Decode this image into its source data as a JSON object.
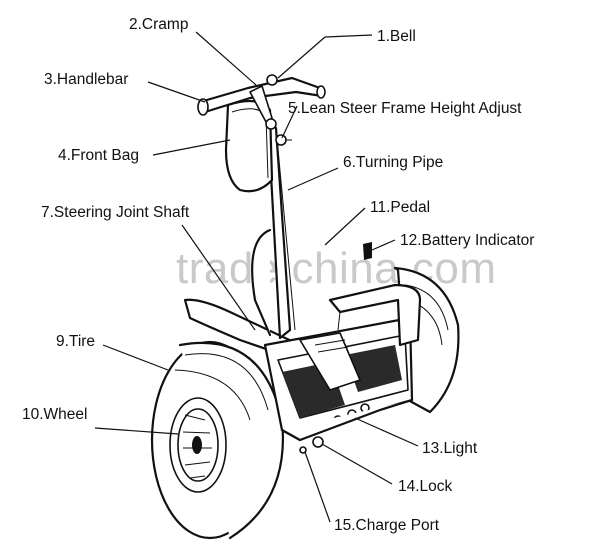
{
  "watermark": "trade.china.com",
  "labels": {
    "cramp": "2.Cramp",
    "bell": "1.Bell",
    "handlebar": "3.Handlebar",
    "lean_steer": "5.Lean Steer Frame Height Adjust",
    "front_bag": "4.Front Bag",
    "turning_pipe": "6.Turning Pipe",
    "steering_joint": "7.Steering Joint Shaft",
    "pedal": "11.Pedal",
    "battery_indicator": "12.Battery Indicator",
    "tire": "9.Tire",
    "wheel": "10.Wheel",
    "light": "13.Light",
    "lock": "14.Lock",
    "charge_port": "15.Charge Port"
  }
}
